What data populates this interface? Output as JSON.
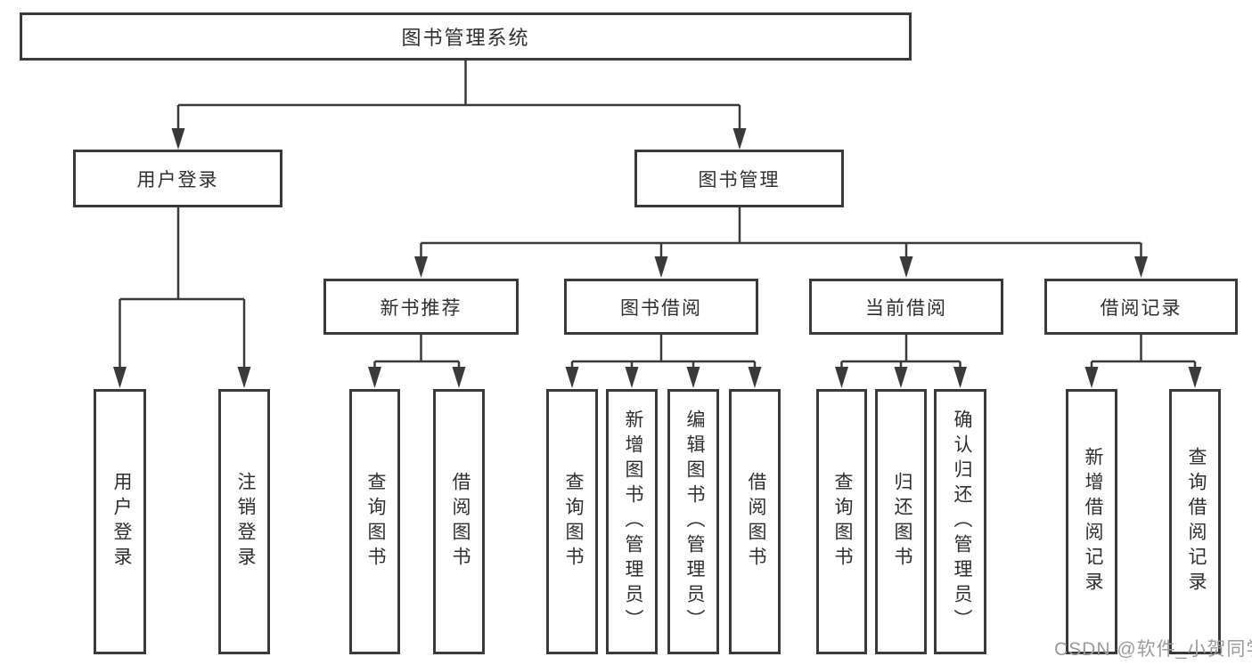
{
  "diagram_type": "hierarchy-tree",
  "colors": {
    "line": "#3a3a3a",
    "box_border": "#3a3a3a",
    "text": "#2f2f2f",
    "watermark": "#9c9c9c",
    "background": "#ffffff"
  },
  "tree": {
    "root": {
      "label": "图书管理系统"
    },
    "children": [
      {
        "label": "用户登录",
        "children": [
          {
            "label": "用户登录"
          },
          {
            "label": "注销登录"
          }
        ]
      },
      {
        "label": "图书管理",
        "children": [
          {
            "label": "新书推荐",
            "children": [
              {
                "label": "查询图书"
              },
              {
                "label": "借阅图书"
              }
            ]
          },
          {
            "label": "图书借阅",
            "children": [
              {
                "label": "查询图书"
              },
              {
                "label": "新增图书（管理员）"
              },
              {
                "label": "编辑图书（管理员）"
              },
              {
                "label": "借阅图书"
              }
            ]
          },
          {
            "label": "当前借阅",
            "children": [
              {
                "label": "查询图书"
              },
              {
                "label": "归还图书"
              },
              {
                "label": "确认归还（管理员）"
              }
            ]
          },
          {
            "label": "借阅记录",
            "children": [
              {
                "label": "新增借阅记录"
              },
              {
                "label": "查询借阅记录"
              }
            ]
          }
        ]
      }
    ]
  },
  "watermark": {
    "text": "CSDN @软件_小贺同学"
  }
}
